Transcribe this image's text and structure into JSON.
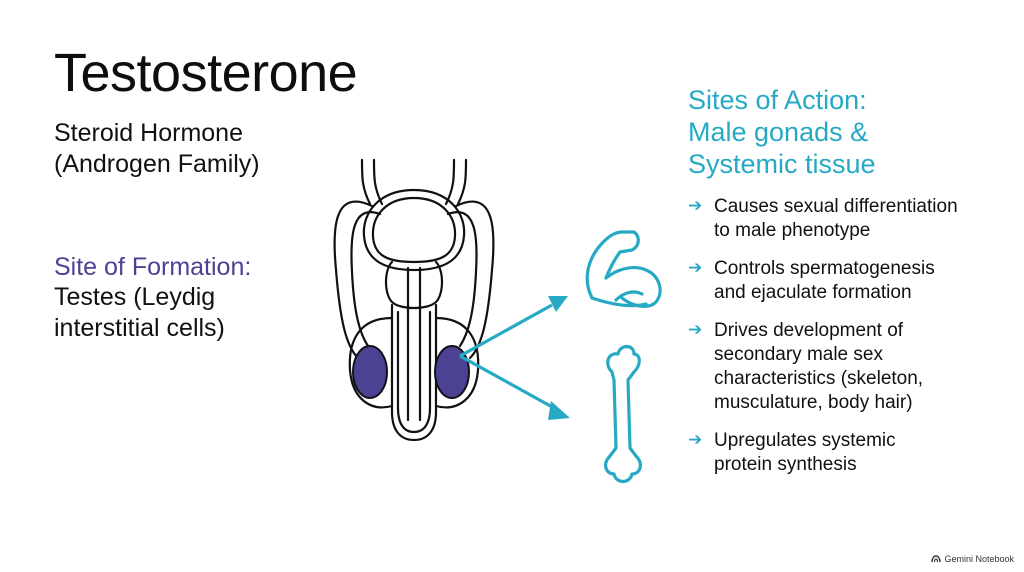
{
  "title": "Testosterone",
  "subtitle": {
    "line1": "Steroid Hormone",
    "line2": "(Androgen Family)"
  },
  "formation": {
    "heading": "Site of Formation:",
    "line1": "Testes (Leydig",
    "line2": "interstitial cells)"
  },
  "action": {
    "line1": "Sites of Action:",
    "line2": "Male gonads &",
    "line3": "Systemic tissue"
  },
  "bullets": [
    {
      "line1": "Causes sexual differentiation",
      "line2": "to male phenotype"
    },
    {
      "line1": "Controls spermatogenesis",
      "line2": "and ejaculate formation"
    },
    {
      "line1": "Drives development of",
      "line2": "secondary male sex",
      "line3": "characteristics (skeleton,",
      "line4": "musculature, body hair)"
    },
    {
      "line1": "Upregulates systemic",
      "line2": "protein synthesis"
    }
  ],
  "watermark": "Gemini Notebook",
  "colors": {
    "formation_accent": "#4b4294",
    "action_accent": "#27a9c4",
    "testis_fill": "#4b4294",
    "outline": "#111111"
  },
  "icons": [
    "male-reproductive-anatomy-illustration",
    "flexed-arm-muscle-icon",
    "bone-icon",
    "right-arrow-icon"
  ]
}
